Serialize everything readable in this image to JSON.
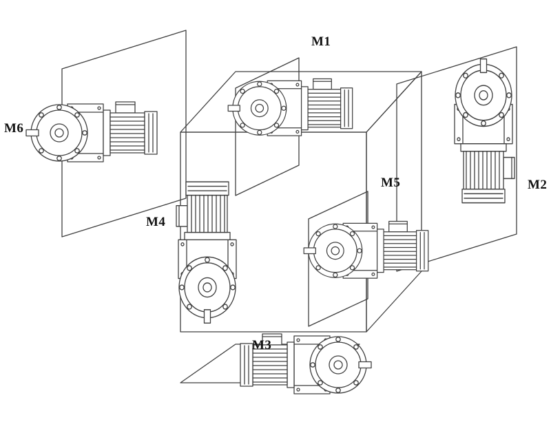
{
  "figure": {
    "type": "technical-line-diagram",
    "background_color": "#ffffff",
    "line_color": "#3f3f3f",
    "label_color": "#111111"
  },
  "positions": [
    {
      "label": "M1",
      "placement": "top",
      "unit": "gearmotor",
      "orientation": "horizontal, output flange toward lower-left, mounted on top face of cube"
    },
    {
      "label": "M2",
      "placement": "right",
      "unit": "gearmotor",
      "orientation": "vertical, output shaft up, motor hanging below"
    },
    {
      "label": "M3",
      "placement": "bottom",
      "unit": "gearmotor",
      "orientation": "horizontal, output flange toward right, mounted beneath bottom plane"
    },
    {
      "label": "M4",
      "placement": "left",
      "unit": "gearmotor",
      "orientation": "vertical, output shaft down, motor on top"
    },
    {
      "label": "M5",
      "placement": "front",
      "unit": "gearmotor",
      "orientation": "horizontal, output flange toward lower-left, mounted on front face"
    },
    {
      "label": "M6",
      "placement": "far-left",
      "unit": "gearmotor",
      "orientation": "horizontal, output flange toward lower-left, wall mounted on left plane"
    }
  ]
}
